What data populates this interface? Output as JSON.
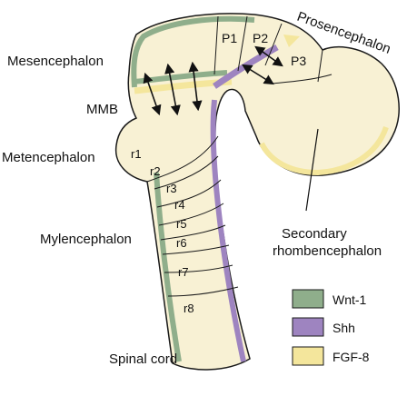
{
  "colors": {
    "body_fill": "#f8f1d4",
    "outline": "#1a1a1a",
    "wnt1": "#8fae8b",
    "shh": "#9e84c0",
    "fgf8": "#f4e69c"
  },
  "labels": {
    "prosencephalon": "Prosencephalon",
    "mesencephalon": "Mesencephalon",
    "mmb": "MMB",
    "metencephalon": "Metencephalon",
    "mylencephalon": "Mylencephalon",
    "secondary_line1": "Secondary",
    "secondary_line2": "rhombencephalon",
    "spinal_cord": "Spinal cord"
  },
  "prosomeres": [
    "P1",
    "P2",
    "P3"
  ],
  "rhombomeres": [
    "r1",
    "r2",
    "r3",
    "r4",
    "r5",
    "r6",
    "r7",
    "r8"
  ],
  "legend": [
    {
      "label": "Wnt-1",
      "color": "#8fae8b"
    },
    {
      "label": "Shh",
      "color": "#9e84c0"
    },
    {
      "label": "FGF-8",
      "color": "#f4e69c"
    }
  ]
}
